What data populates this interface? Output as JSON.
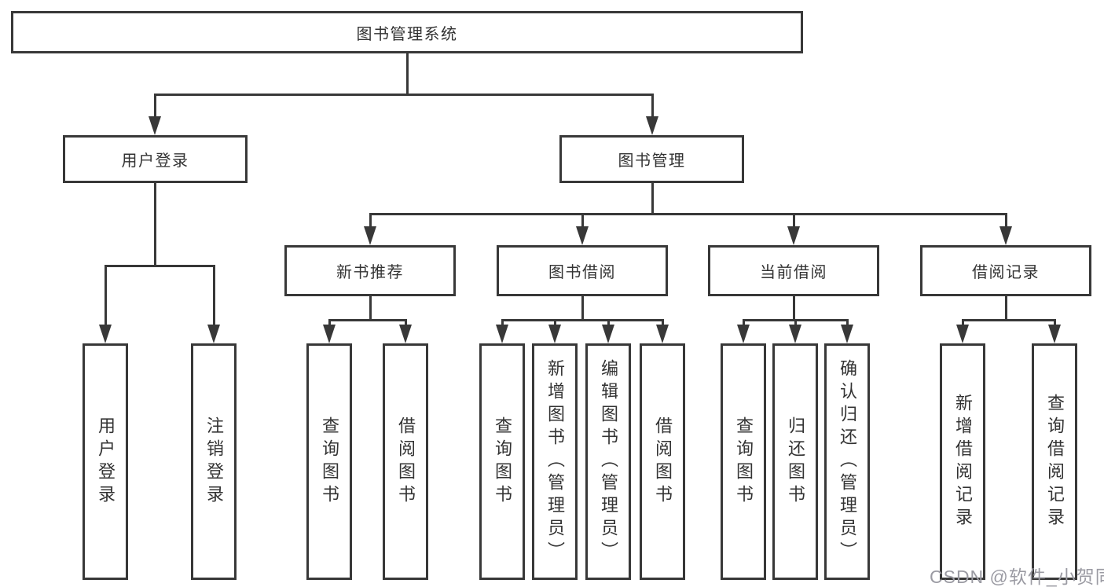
{
  "colors": {
    "line": "#383838",
    "text": "#333333",
    "background": "#ffffff",
    "watermark": "#9b9ba3"
  },
  "diagram": {
    "root": {
      "label": "图书管理系统"
    },
    "level1": [
      {
        "label": "用户登录"
      },
      {
        "label": "图书管理"
      }
    ],
    "level2": [
      {
        "label": "新书推荐"
      },
      {
        "label": "图书借阅"
      },
      {
        "label": "当前借阅"
      },
      {
        "label": "借阅记录"
      }
    ],
    "leaves": [
      {
        "label": "用户登录"
      },
      {
        "label": "注销登录"
      },
      {
        "label": "查询图书"
      },
      {
        "label": "借阅图书"
      },
      {
        "label": "查询图书"
      },
      {
        "label": "新增图书（管理员）"
      },
      {
        "label": "编辑图书（管理员）"
      },
      {
        "label": "借阅图书"
      },
      {
        "label": "查询图书"
      },
      {
        "label": "归还图书"
      },
      {
        "label": "确认归还（管理员）"
      },
      {
        "label": "新增借阅记录"
      },
      {
        "label": "查询借阅记录"
      }
    ]
  },
  "watermark": {
    "text": "CSDN @软件_小贺同学"
  }
}
